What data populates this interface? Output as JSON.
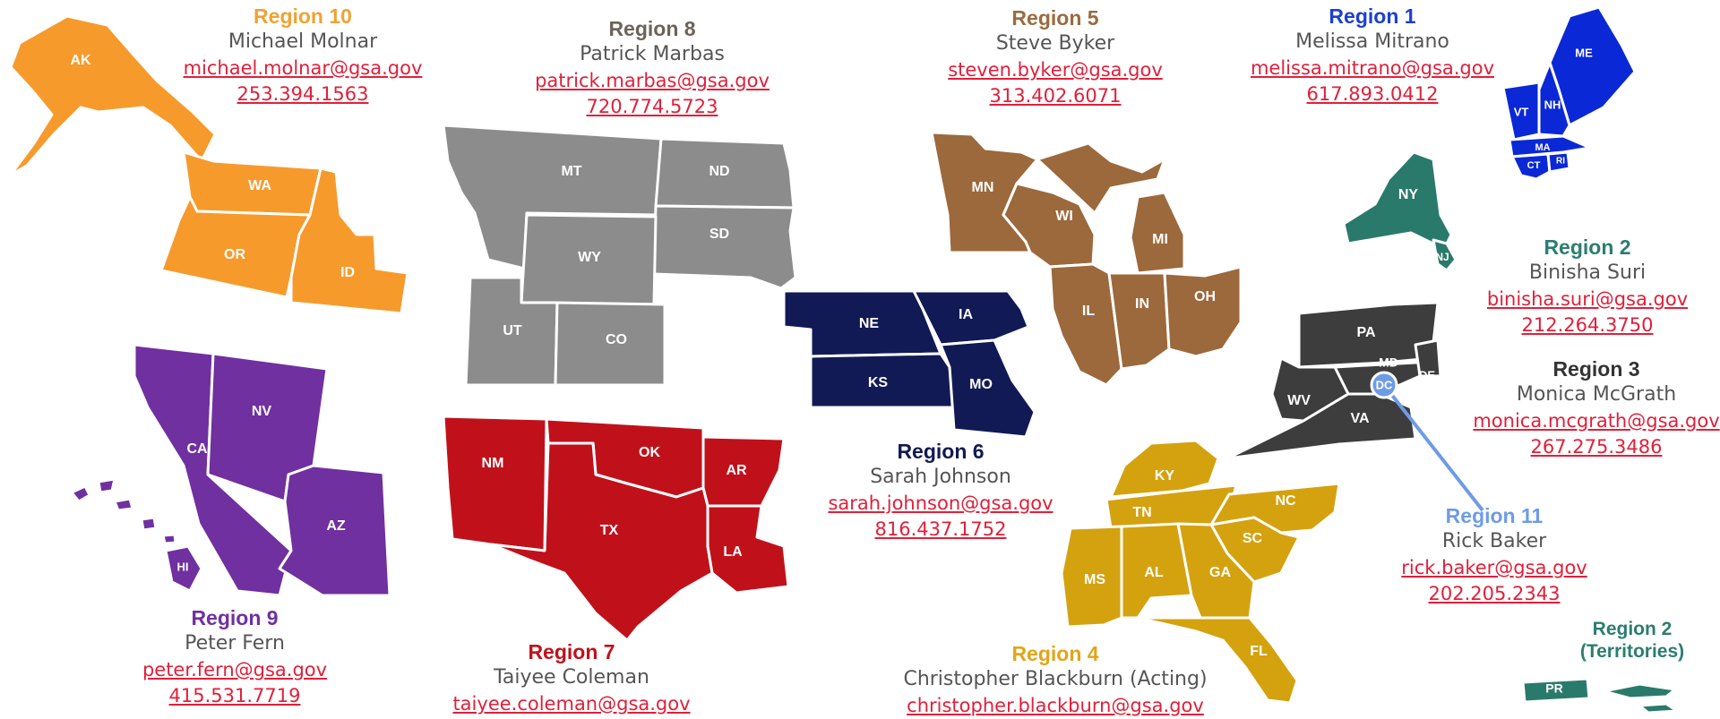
{
  "colors": {
    "r10": "#f79a2c",
    "r8": "#8c8c8c",
    "r5": "#9b693c",
    "r1": "#0b28d6",
    "r2": "#2a7a6b",
    "r3": "#3d3d3d",
    "r6": "#121a55",
    "r7": "#c0111b",
    "r9": "#7030a0",
    "r4": "#d4a20f",
    "r11": "#6f9be6",
    "link": "#e0203a",
    "r10_title": "#f0a235",
    "r8_title": "#6b6459",
    "r5_title": "#9b6b40",
    "r1_title": "#1d3fd1",
    "r2_title": "#2c7d70",
    "r3_title": "#333333",
    "r6_title": "#121a55",
    "r7_title": "#c0111b",
    "r9_title": "#7030a0",
    "r4_title": "#e3a419",
    "r11_title": "#6f9be6"
  },
  "regions": {
    "r10": {
      "title": "Region 10",
      "name": "Michael Molnar",
      "email": "michael.molnar@gsa.gov",
      "phone": "253.394.1563"
    },
    "r8": {
      "title": "Region 8",
      "name": "Patrick Marbas",
      "email": "patrick.marbas@gsa.gov",
      "phone": "720.774.5723"
    },
    "r5": {
      "title": "Region 5",
      "name": "Steve Byker",
      "email": "steven.byker@gsa.gov",
      "phone": "313.402.6071"
    },
    "r1": {
      "title": "Region 1",
      "name": "Melissa Mitrano",
      "email": "melissa.mitrano@gsa.gov",
      "phone": "617.893.0412"
    },
    "r2": {
      "title": "Region 2",
      "name": "Binisha Suri",
      "email": "binisha.suri@gsa.gov",
      "phone": "212.264.3750"
    },
    "r3": {
      "title": "Region 3",
      "name": "Monica McGrath",
      "email": "monica.mcgrath@gsa.gov",
      "phone": "267.275.3486"
    },
    "r6": {
      "title": "Region 6",
      "name": "Sarah Johnson",
      "email": "sarah.johnson@gsa.gov",
      "phone": "816.437.1752"
    },
    "r11": {
      "title": "Region 11",
      "name": "Rick Baker",
      "email": "rick.baker@gsa.gov",
      "phone": "202.205.2343"
    },
    "r9": {
      "title": "Region 9",
      "name": "Peter Fern",
      "email": "peter.fern@gsa.gov",
      "phone": "415.531.7719"
    },
    "r7": {
      "title": "Region 7",
      "name": "Taiyee Coleman",
      "email": "taiyee.coleman@gsa.gov"
    },
    "r4": {
      "title": "Region 4",
      "name": "Christopher Blackburn (Acting)",
      "email": "christopher.blackburn@gsa.gov"
    },
    "r2t": {
      "title_line1": "Region 2",
      "title_line2": "(Territories)"
    }
  },
  "states": {
    "ak": "AK",
    "wa": "WA",
    "or": "OR",
    "id": "ID",
    "mt": "MT",
    "nd": "ND",
    "sd": "SD",
    "wy": "WY",
    "ut": "UT",
    "co": "CO",
    "mn": "MN",
    "wi": "WI",
    "mi": "MI",
    "il": "IL",
    "in": "IN",
    "oh": "OH",
    "me": "ME",
    "vt": "VT",
    "nh": "NH",
    "ma": "MA",
    "ct": "CT",
    "ri": "RI",
    "ny": "NY",
    "nj": "NJ",
    "pa": "PA",
    "md": "MD",
    "de": "DE",
    "dc": "DC",
    "wv": "WV",
    "va": "VA",
    "ne": "NE",
    "ia": "IA",
    "ks": "KS",
    "mo": "MO",
    "nm": "NM",
    "ok": "OK",
    "ar": "AR",
    "tx": "TX",
    "la": "LA",
    "ca": "CA",
    "nv": "NV",
    "az": "AZ",
    "hi": "HI",
    "ky": "KY",
    "tn": "TN",
    "nc": "NC",
    "sc": "SC",
    "ms": "MS",
    "al": "AL",
    "ga": "GA",
    "fl": "FL",
    "pr": "PR"
  }
}
